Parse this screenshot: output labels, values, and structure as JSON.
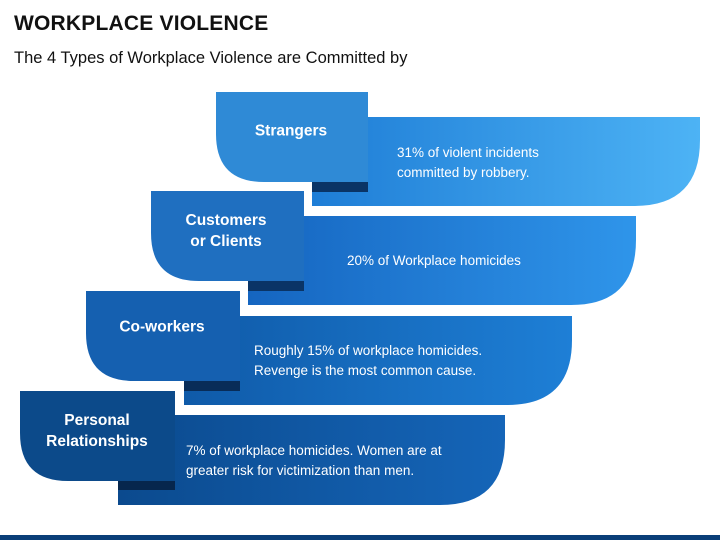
{
  "header": {
    "title": "WORKPLACE VIOLENCE",
    "subtitle": "The 4 Types of Workplace Violence are Committed by"
  },
  "colors": {
    "strangers": "#2f8ad6",
    "customers": "#1f6fc0",
    "coworkers": "#1560b0",
    "personal": "#0c4a8a"
  },
  "steps": [
    {
      "label": "Strangers",
      "desc_lines": [
        "31% of violent incidents",
        "committed by robbery."
      ]
    },
    {
      "label": "Customers or Clients",
      "label_lines": [
        "Customers",
        "or Clients"
      ],
      "desc_lines": [
        "20% of Workplace homicides"
      ]
    },
    {
      "label": "Co-workers",
      "desc_lines": [
        "Roughly 15% of workplace homicides.",
        "Revenge is the most common cause."
      ]
    },
    {
      "label": "Personal Relationships",
      "label_lines": [
        "Personal",
        "Relationships"
      ],
      "desc_lines": [
        "7% of workplace homicides. Women are at",
        "greater risk for victimization than men."
      ]
    }
  ]
}
